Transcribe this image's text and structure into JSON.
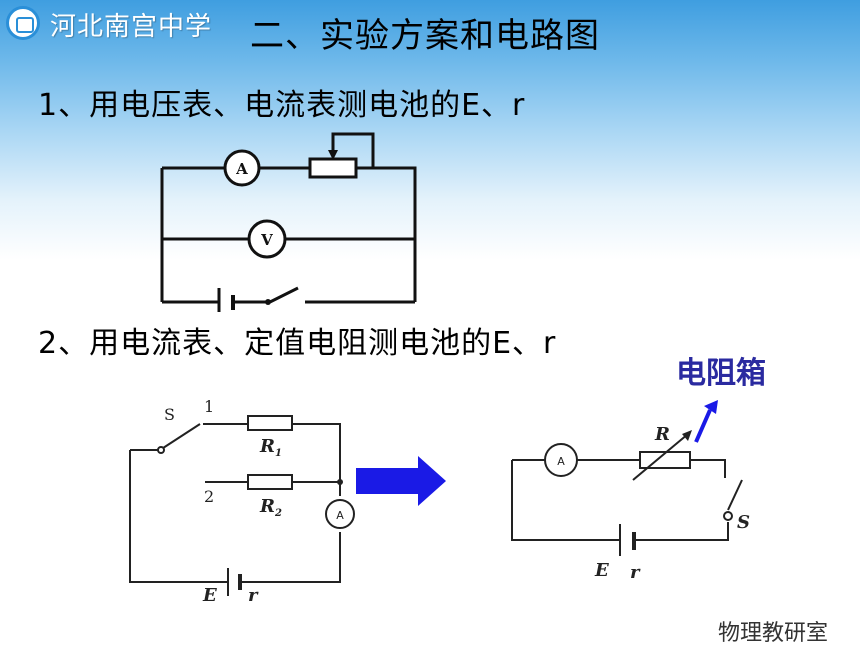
{
  "header": {
    "school_name": "河北南宫中学",
    "title": "二、实验方案和电路图"
  },
  "section1": {
    "heading": "1、用电压表、电流表测电池的E、r",
    "ammeter_label": "A",
    "voltmeter_label": "V"
  },
  "section2": {
    "heading": "2、用电流表、定值电阻测电池的E、r",
    "resistance_box_label": "电阻箱",
    "circuit_left": {
      "switch_label": "S",
      "position_1": "1",
      "position_2": "2",
      "resistor_1": "R",
      "resistor_1_sub": "1",
      "resistor_2": "R",
      "resistor_2_sub": "2",
      "ammeter_label": "A",
      "emf_label": "E",
      "internal_resistance_label": "r"
    },
    "circuit_right": {
      "variable_resistor_label": "R",
      "ammeter_label": "A",
      "switch_label": "S",
      "emf_label": "E",
      "internal_resistance_label": "r"
    }
  },
  "footer": {
    "text": "物理教研室"
  },
  "colors": {
    "header_blue": "#3f9ee0",
    "arrow_blue": "#1a1ae6",
    "label_blue": "#2a2aa0"
  }
}
